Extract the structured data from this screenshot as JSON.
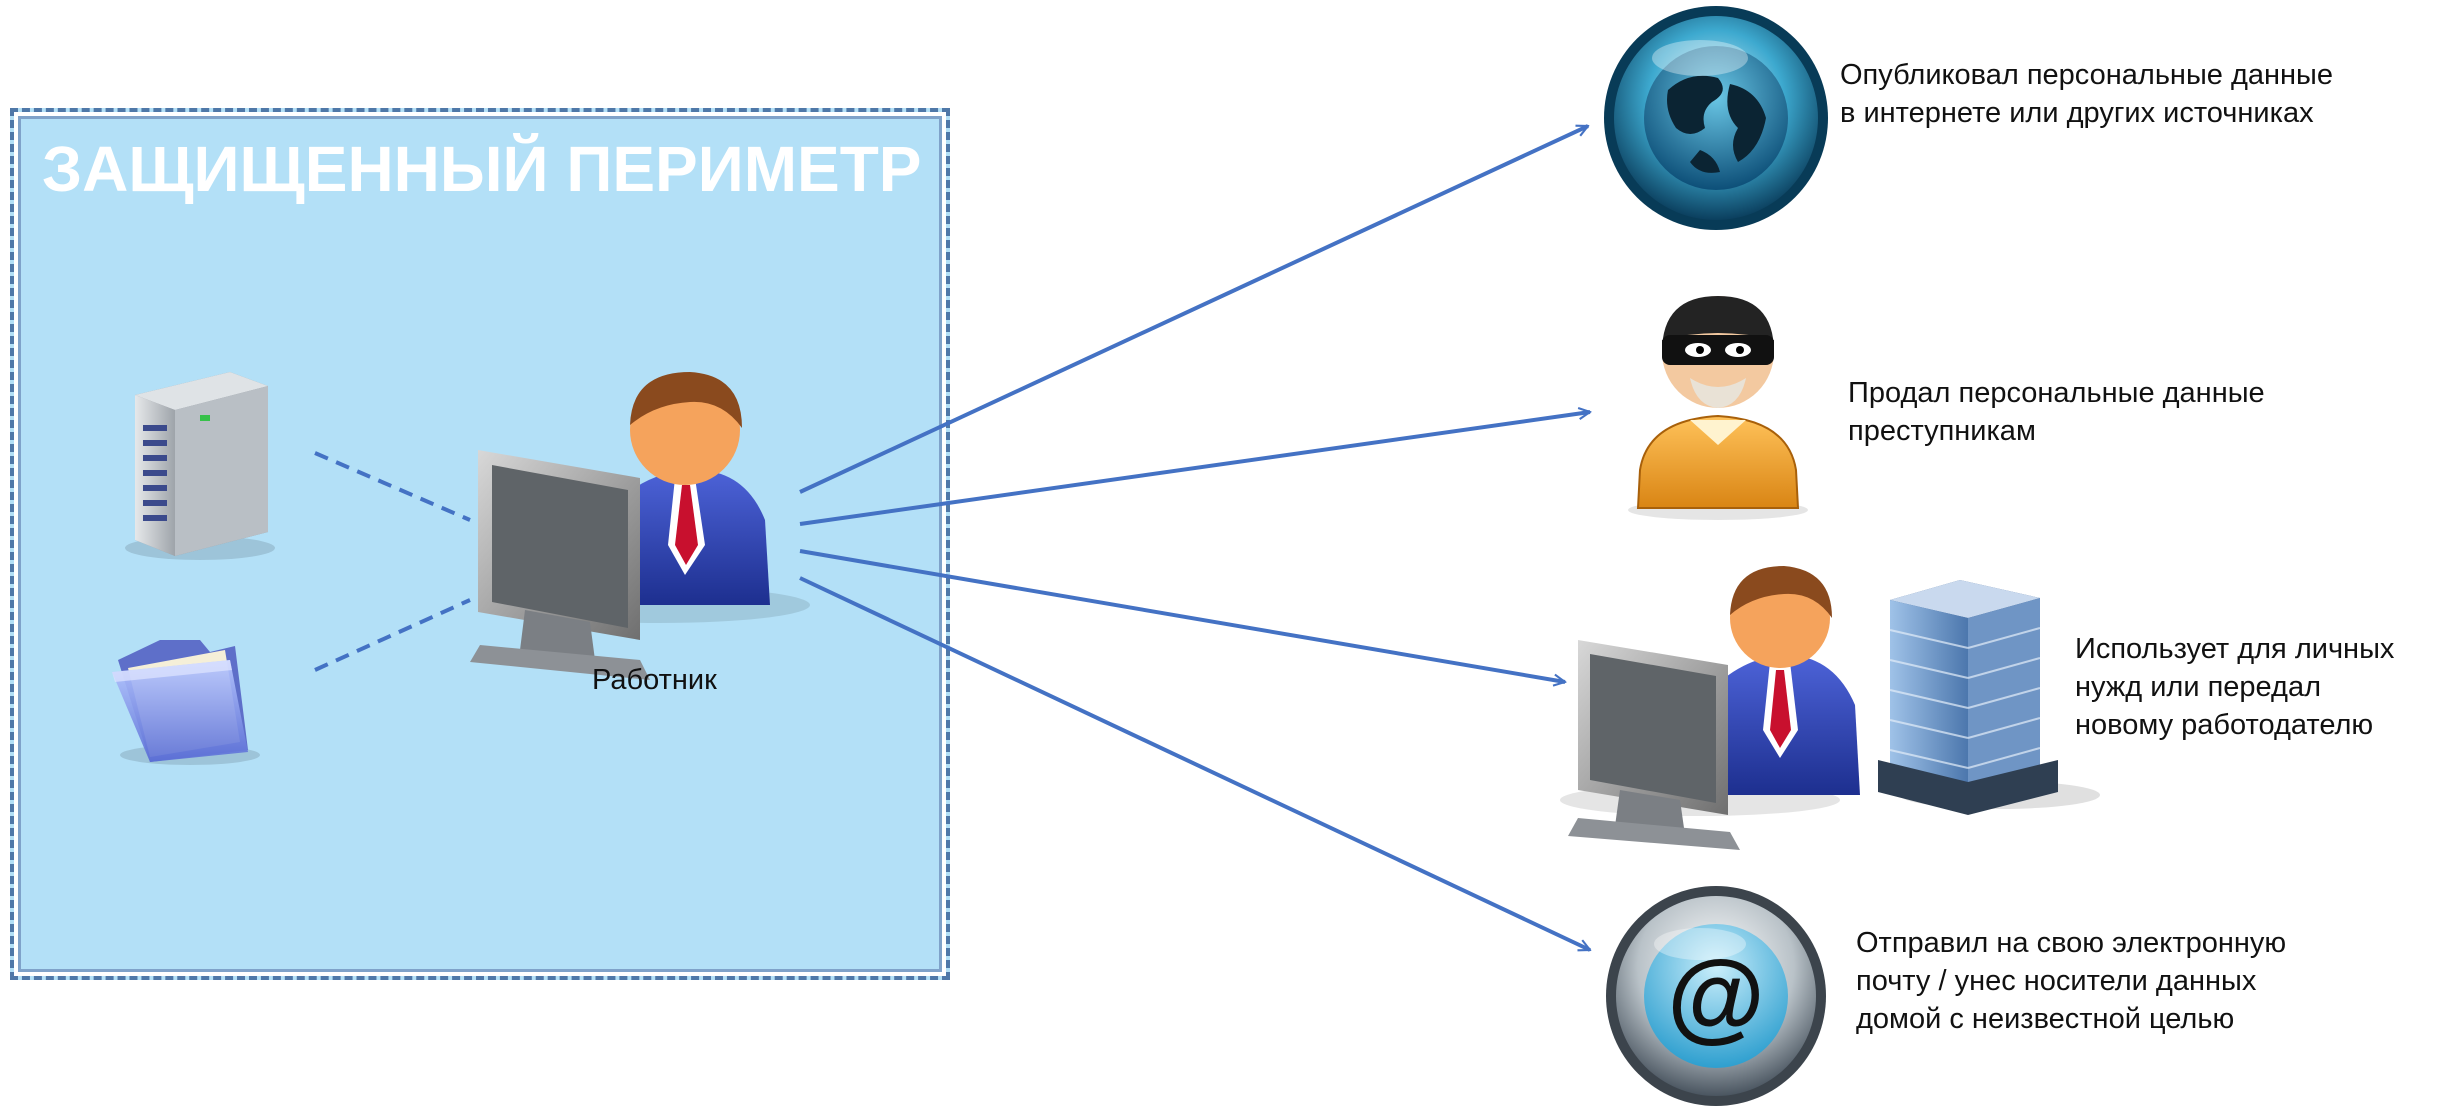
{
  "perimeter": {
    "title": "ЗАЩИЩЕННЫЙ ПЕРИМЕТР",
    "fill_color": "#b3e0f7",
    "border_color": "#4f78a8"
  },
  "inside": {
    "worker_label": "Работник",
    "assets": [
      {
        "icon": "server-icon"
      },
      {
        "icon": "folder-icon"
      }
    ],
    "worker_icon": "employee-at-computer-icon"
  },
  "arrow_color": "#4472c4",
  "outcomes": [
    {
      "icon": "globe-icon",
      "text": "Опубликовал персональные данные\nв интернете или других источниках"
    },
    {
      "icon": "criminal-icon",
      "text": "Продал персональные данные\nпреступникам"
    },
    {
      "icon": "employee-and-office-building-icon",
      "text": "Использует для личных\nнужд или передал\nновому работодателю"
    },
    {
      "icon": "email-at-icon",
      "text": "Отправил на свою электронную\nпочту / унес носители данных\nдомой с неизвестной целью"
    }
  ]
}
